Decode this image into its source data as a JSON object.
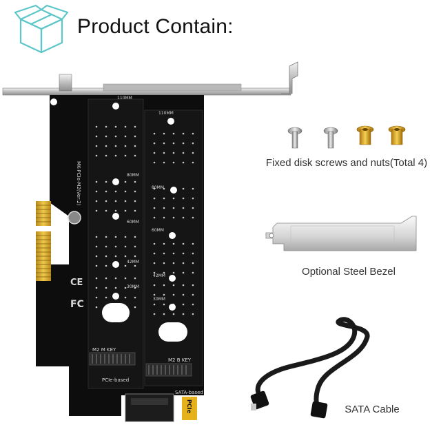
{
  "header": {
    "title": "Product Contain:",
    "logo_icon": "box-outline-icon",
    "accent": "#5cc6c8"
  },
  "card": {
    "model": "MK-PCIe-M2(Ver:2)",
    "marks": [
      "CE",
      "FC"
    ],
    "slot_m_label": "M2 M KEY",
    "slot_b_label": "M2 B KEY",
    "pcie_label": "PCIe-based",
    "sata_label": "SATA-based",
    "pcie_badge": "PCIe",
    "lengths_left": [
      "110MM",
      "80MM",
      "60MM",
      "42MM",
      "30MM"
    ],
    "lengths_right": [
      "110MM",
      "80MM",
      "60MM",
      "42MM",
      "30MM"
    ]
  },
  "items": {
    "screws": {
      "caption": "Fixed disk screws and nuts(Total 4)",
      "icons": [
        "screw-icon",
        "screw-icon",
        "brass-nut-icon",
        "brass-nut-icon"
      ]
    },
    "bezel": {
      "caption": "Optional Steel Bezel"
    },
    "sata": {
      "caption": "SATA Cable"
    }
  }
}
